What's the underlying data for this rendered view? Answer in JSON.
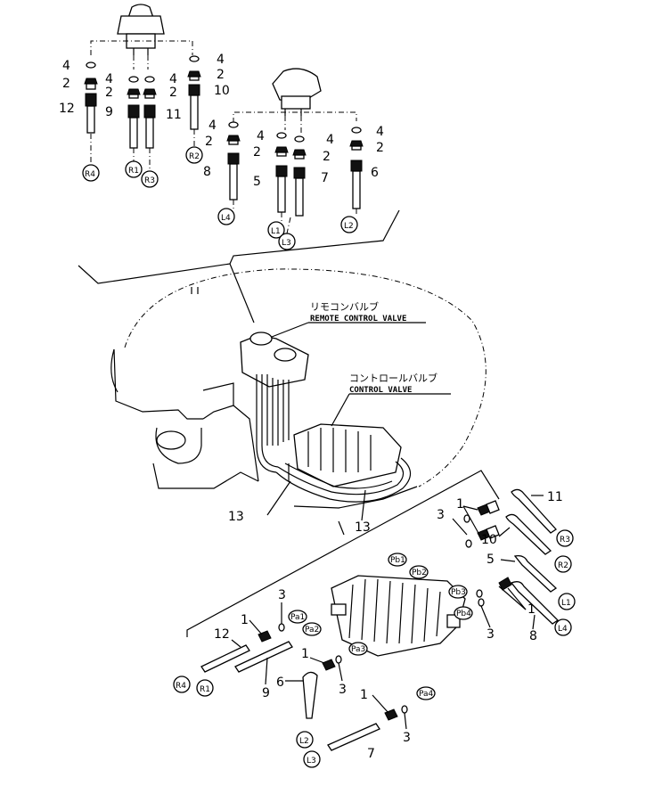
{
  "diagram": {
    "remote_valve": {
      "jp": "リモコンバルブ",
      "en": "REMOTE CONTROL VALVE"
    },
    "control_valve": {
      "jp": "コントロールバルブ",
      "en": "CONTROL VALVE"
    },
    "ports": {
      "pb1": "Pb1",
      "pb2": "Pb2",
      "pb3": "Pb3",
      "pb4": "Pb4",
      "pa1": "Pa1",
      "pa2": "Pa2",
      "pa3": "Pa3",
      "pa4": "Pa4"
    },
    "hose_tags": {
      "r1": "R1",
      "r2": "R2",
      "r3": "R3",
      "r4": "R4",
      "l1": "L1",
      "l2": "L2",
      "l3": "L3",
      "l4": "L4"
    },
    "part_numbers": {
      "p1": "1",
      "p2": "2",
      "p3": "3",
      "p4": "4",
      "p5": "5",
      "p6": "6",
      "p7": "7",
      "p8": "8",
      "p9": "9",
      "p10": "10",
      "p11": "11",
      "p12": "12",
      "p13": "13"
    }
  }
}
